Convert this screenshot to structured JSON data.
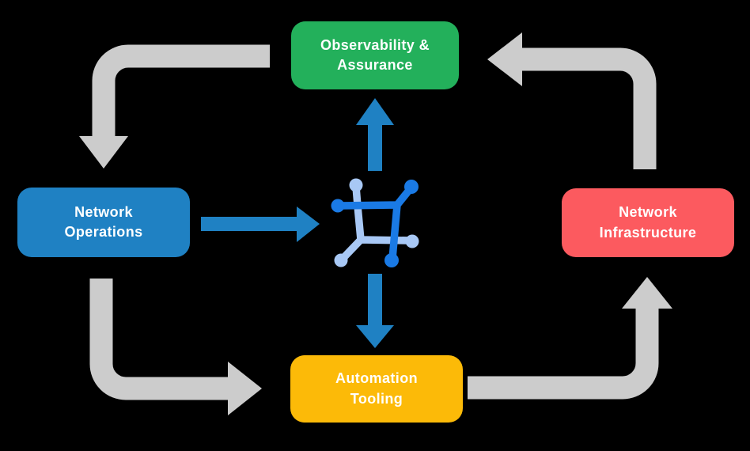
{
  "colors": {
    "background": "#000000",
    "text": "#ffffff",
    "arrow_gray": "#cccccc",
    "arrow_blue": "#1f81c3",
    "icon_dark_blue": "#1a7ae5",
    "icon_light_blue": "#a8c8f5"
  },
  "nodes": {
    "observability": {
      "label": "Observability &\nAssurance",
      "color": "#23b05b"
    },
    "operations": {
      "label": "Network\nOperations",
      "color": "#1f81c3"
    },
    "infrastructure": {
      "label": "Network\nInfrastructure",
      "color": "#fc5a5f"
    },
    "automation": {
      "label": "Automation\nTooling",
      "color": "#fcba08"
    }
  },
  "center_icon": "network-nodes-icon",
  "flows": [
    {
      "from": "Observability & Assurance",
      "to": "Network Operations",
      "style": "gray-elbow-arrow"
    },
    {
      "from": "Network Operations",
      "to": "Automation Tooling",
      "style": "gray-elbow-arrow"
    },
    {
      "from": "Automation Tooling",
      "to": "Network Infrastructure",
      "style": "gray-elbow-arrow"
    },
    {
      "from": "Network Infrastructure",
      "to": "Observability & Assurance",
      "style": "gray-elbow-arrow"
    },
    {
      "from": "Network Operations",
      "to": "center-icon",
      "style": "blue-straight-arrow"
    },
    {
      "from": "center-icon",
      "to": "Observability & Assurance",
      "style": "blue-straight-arrow"
    },
    {
      "from": "center-icon",
      "to": "Automation Tooling",
      "style": "blue-straight-arrow"
    }
  ]
}
